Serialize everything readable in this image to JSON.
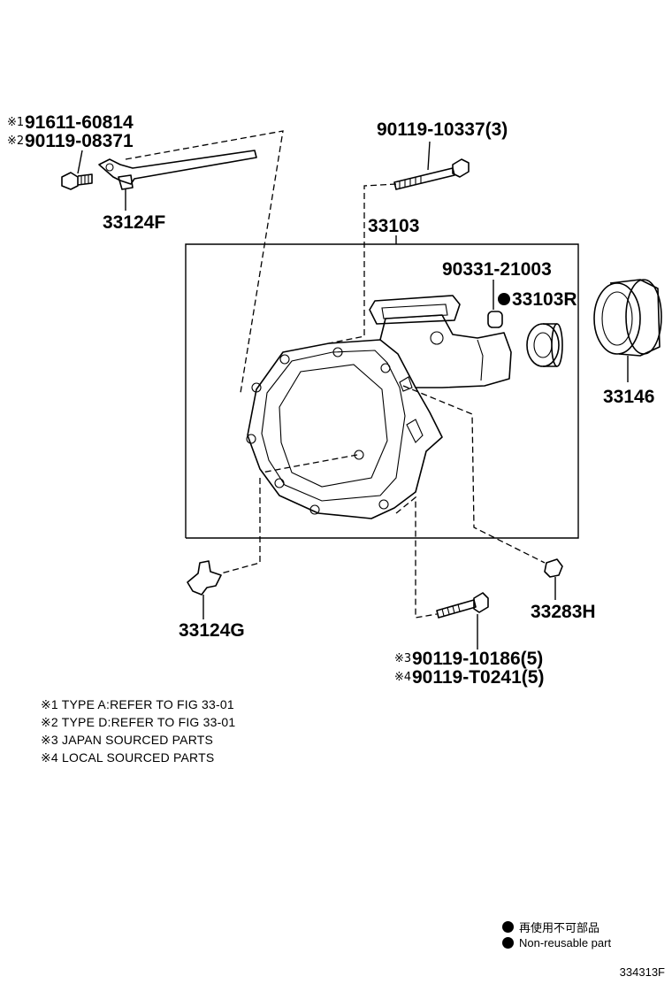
{
  "labels": {
    "bolt_type_a": "91611-60814",
    "bolt_type_a_mark": "※1",
    "bolt_type_d": "90119-08371",
    "bolt_type_d_mark": "※2",
    "bracket_upper": "33124F",
    "long_bolt": "90119-10337(3)",
    "case_assy": "33103",
    "plug": "90331-21003",
    "oil_seal": "33103R",
    "dust_cover": "33146",
    "bracket_lower": "33124G",
    "breather": "33283H",
    "bolt_japan": "90119-10186(5)",
    "bolt_japan_mark": "※3",
    "bolt_local": "90119-T0241(5)",
    "bolt_local_mark": "※4"
  },
  "notes": [
    "※1 TYPE A:REFER TO FIG 33-01",
    "※2 TYPE D:REFER TO FIG 33-01",
    "※3 JAPAN SOURCED PARTS",
    "※4 LOCAL SOURCED PARTS"
  ],
  "legend": {
    "jp": "再使用不可部品",
    "en": "Non-reusable part"
  },
  "figure_number": "334313F",
  "non_reusable_marker": "●"
}
